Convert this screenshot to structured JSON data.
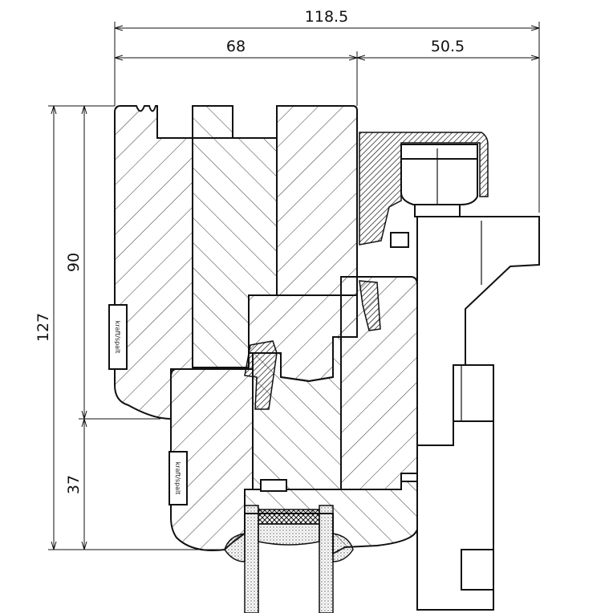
{
  "drawing": {
    "dimensions": {
      "overall_width": "118.5",
      "frame_width": "68",
      "hardware_width": "50.5",
      "overall_height": "127",
      "frame_height": "90",
      "sash_height": "37"
    },
    "labels": {
      "frame_label": "kraft/spalt",
      "sash_label": "kraft/spalt"
    },
    "colors": {
      "line": "#111111",
      "background": "#ffffff"
    }
  }
}
